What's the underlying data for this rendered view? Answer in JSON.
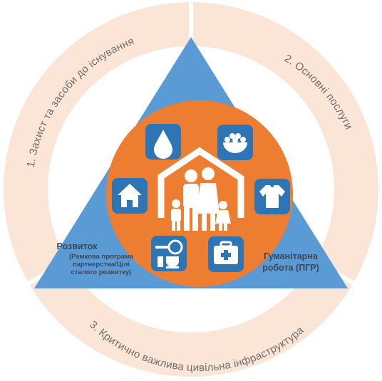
{
  "ring": {
    "segment_1": "1.  Захист та засоби до існування",
    "segment_2": "2. Основні послуги",
    "segment_3": "3. Критично важлива цивільна інфраструктура"
  },
  "corners": {
    "development": {
      "title": "Розвиток",
      "subtitle_lines": [
        "(Рамкова програма",
        "партнерства/Цілі",
        "сталого розвитку)"
      ]
    },
    "humanitarian": {
      "title_lines": [
        "Гуманітарна",
        "робота (ПГР)"
      ]
    }
  },
  "icons": [
    "water-drop-icon",
    "food-bowl-icon",
    "house-icon",
    "tshirt-icon",
    "kitchen-utensils-icon",
    "first-aid-kit-icon",
    "family-house-icon"
  ],
  "colors": {
    "ring": "#fbe5d6",
    "triangle": "#5b9bd5",
    "circle": "#ed7d31",
    "icon_tile": "#2e75b6",
    "text_dark": "#3b4656"
  }
}
